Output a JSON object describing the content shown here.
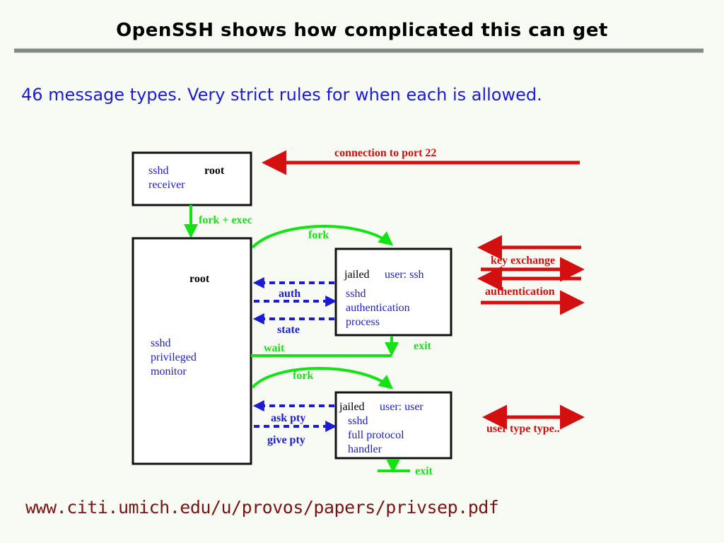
{
  "slide": {
    "title": "OpenSSH shows how complicated this can get",
    "subtitle": "46 message types.  Very strict rules for when each is allowed.",
    "footer_url": "www.citi.umich.edu/u/provos/papers/privsep.pdf",
    "background_color": "#f7fbf4",
    "title_color": "#000000",
    "subtitle_color": "#1b1bd6",
    "footer_color": "#7a1414",
    "rule_color": "#808c84"
  },
  "diagram": {
    "colors": {
      "box_stroke": "#111111",
      "box_fill": "#ffffff",
      "blue": "#1b1bd6",
      "green": "#13e313",
      "red": "#d40f0f",
      "red_text": "#cc1111",
      "black": "#000000"
    },
    "boxes": [
      {
        "id": "sshd-receiver",
        "title_black": "root",
        "lines_blue": [
          "sshd",
          "receiver"
        ]
      },
      {
        "id": "privileged-monitor",
        "title_black": "root",
        "lines_blue": [
          "sshd",
          "privileged",
          "monitor"
        ]
      },
      {
        "id": "jailed-auth",
        "tag_black": "jailed",
        "tag_blue": "user: ssh",
        "lines_blue": [
          "sshd",
          "authentication",
          "process"
        ]
      },
      {
        "id": "jailed-handler",
        "tag_black": "jailed",
        "tag_blue": "user: user",
        "lines_blue": [
          "sshd",
          "full protocol",
          "handler"
        ]
      }
    ],
    "labels": {
      "connection": "connection to port 22",
      "fork_exec": "fork + exec",
      "fork_auth": "fork",
      "fork_handler": "fork",
      "auth": "auth",
      "state": "state",
      "wait": "wait",
      "exit_auth": "exit",
      "exit_handler": "exit",
      "ask_pty": "ask pty",
      "give_pty": "give pty",
      "key_exchange": "key exchange",
      "authentication": "authentication",
      "user_type": "user type type.."
    }
  }
}
